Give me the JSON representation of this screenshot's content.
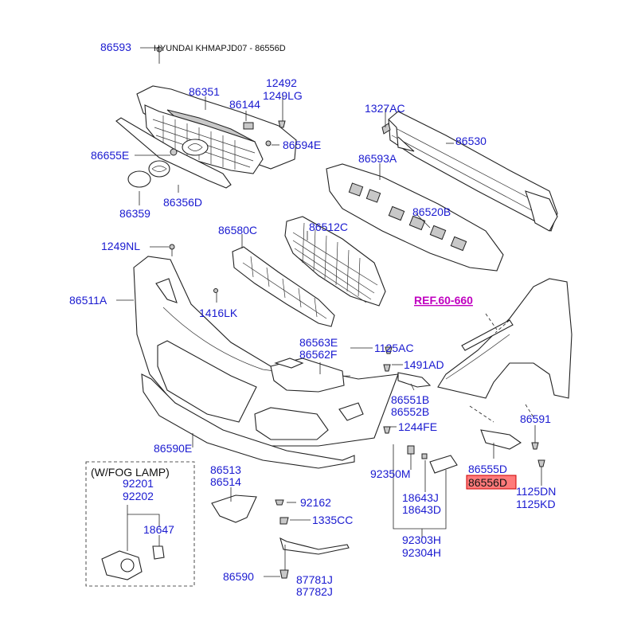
{
  "header": {
    "text": "HYUNDAI KHMAPJD07 - 86556D"
  },
  "reference": "REF.60-660",
  "inset_title": "(W/FOG LAMP)",
  "highlight_color": "#ff7a7a",
  "label_color": "#1a1ad0",
  "labels": {
    "p86593": "86593",
    "p86351": "86351",
    "p12492": "12492",
    "p1249LG": "1249LG",
    "p86144": "86144",
    "p1327AC": "1327AC",
    "p86530": "86530",
    "p86594E": "86594E",
    "p86655E": "86655E",
    "p86593A": "86593A",
    "p86359": "86359",
    "p86356D": "86356D",
    "p86520B": "86520B",
    "p1249NL": "1249NL",
    "p86580C": "86580C",
    "p86512C": "86512C",
    "p86511A": "86511A",
    "p1416LK": "1416LK",
    "p86563E": "86563E",
    "p86562F": "86562F",
    "p1125AC": "1125AC",
    "p1491AD": "1491AD",
    "p86551B": "86551B",
    "p86552B": "86552B",
    "p86591": "86591",
    "p1244FE": "1244FE",
    "p86590E": "86590E",
    "p86513": "86513",
    "p86514": "86514",
    "p92201": "92201",
    "p92202": "92202",
    "p18647": "18647",
    "p92162": "92162",
    "p1335CC": "1335CC",
    "p92350M": "92350M",
    "p18643J": "18643J",
    "p18643D": "18643D",
    "p86555D": "86555D",
    "p86556D": "86556D",
    "p1125DN": "1125DN",
    "p1125KD": "1125KD",
    "p92303H": "92303H",
    "p92304H": "92304H",
    "p86590": "86590",
    "p87781J": "87781J",
    "p87782J": "87782J"
  }
}
